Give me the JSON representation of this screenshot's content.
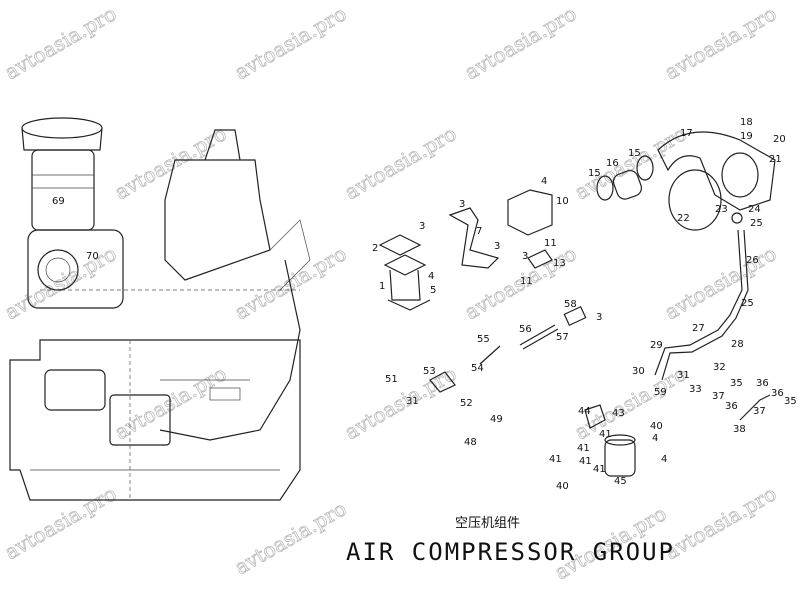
{
  "title": {
    "chinese": "空压机组件",
    "english": "AIR COMPRESSOR GROUP"
  },
  "watermark": "avtoasia.pro",
  "callouts": [
    "69",
    "70",
    "1",
    "2",
    "3",
    "4",
    "5",
    "3",
    "7",
    "3",
    "4",
    "10",
    "11",
    "3",
    "13",
    "11",
    "15",
    "16",
    "15",
    "17",
    "18",
    "19",
    "20",
    "21",
    "22",
    "23",
    "24",
    "25",
    "26",
    "25",
    "27",
    "28",
    "29",
    "30",
    "31",
    "32",
    "33",
    "37",
    "59",
    "35",
    "36",
    "36",
    "35",
    "36",
    "37",
    "38",
    "58",
    "3",
    "56",
    "57",
    "55",
    "54",
    "51",
    "31",
    "53",
    "52",
    "49",
    "48",
    "44",
    "43",
    "41",
    "40",
    "4",
    "41",
    "41",
    "41",
    "4",
    "41",
    "40",
    "45"
  ]
}
